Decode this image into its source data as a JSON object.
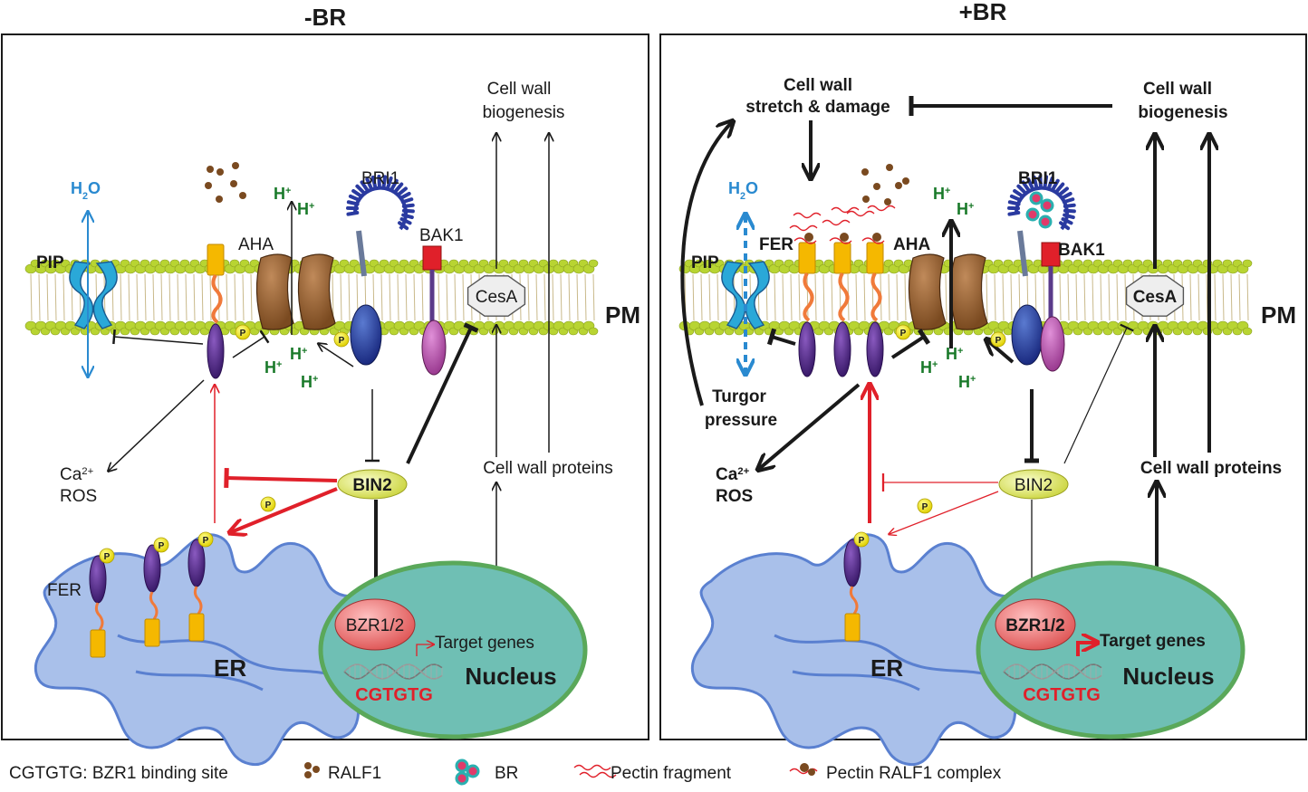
{
  "panels": {
    "minus": {
      "title": "-BR",
      "pip": "PIP",
      "h2o": "H",
      "h2o_sub": "2",
      "h2o_tail": "O",
      "aha": "AHA",
      "bri1": "BRI1",
      "bak1": "BAK1",
      "cesa": "CesA",
      "pm": "PM",
      "hplus": "H",
      "hplus_sup": "+",
      "ca": "Ca",
      "ca_sup": "2+",
      "ros": "ROS",
      "bin2": "BIN2",
      "fer": "FER",
      "p": "P",
      "er": "ER",
      "bzr": "BZR1/2",
      "target": "Target genes",
      "cgtgtg": "CGTGTG",
      "nucleus": "Nucleus",
      "cwp": "Cell wall proteins",
      "cwb1": "Cell wall",
      "cwb2": "biogenesis"
    },
    "plus": {
      "title": "+BR",
      "pip": "PIP",
      "h2o": "H",
      "h2o_sub": "2",
      "h2o_tail": "O",
      "fer": "FER",
      "aha": "AHA",
      "bri1": "BRI1",
      "bak1": "BAK1",
      "cesa": "CesA",
      "pm": "PM",
      "hplus": "H",
      "hplus_sup": "+",
      "turgor1": "Turgor",
      "turgor2": "pressure",
      "ca": "Ca",
      "ca_sup": "2+",
      "ros": "ROS",
      "bin2": "BIN2",
      "p": "P",
      "er": "ER",
      "bzr": "BZR1/2",
      "target": "Target genes",
      "cgtgtg": "CGTGTG",
      "nucleus": "Nucleus",
      "cwp": "Cell wall proteins",
      "cwb1": "Cell wall",
      "cwb2": "biogenesis",
      "cws1": "Cell wall",
      "cws2": "stretch & damage"
    }
  },
  "legend": {
    "cgtgtg": "CGTGTG: BZR1 binding site",
    "ralf1": "RALF1",
    "br": "BR",
    "pectin": "Pectin fragment",
    "complex": "Pectin RALF1 complex"
  },
  "colors": {
    "membrane": "#b8d432",
    "er": "#a9c0ea",
    "nucleus": "#6fbfb4",
    "bin2": "#e9f07a",
    "bzr": "#f08080",
    "fer": "#5a2a8a",
    "aha": "#9a6a3a",
    "bri1": "#2a3aa0",
    "bak1": "#e0202a",
    "inhibit_red": "#e0202a"
  }
}
